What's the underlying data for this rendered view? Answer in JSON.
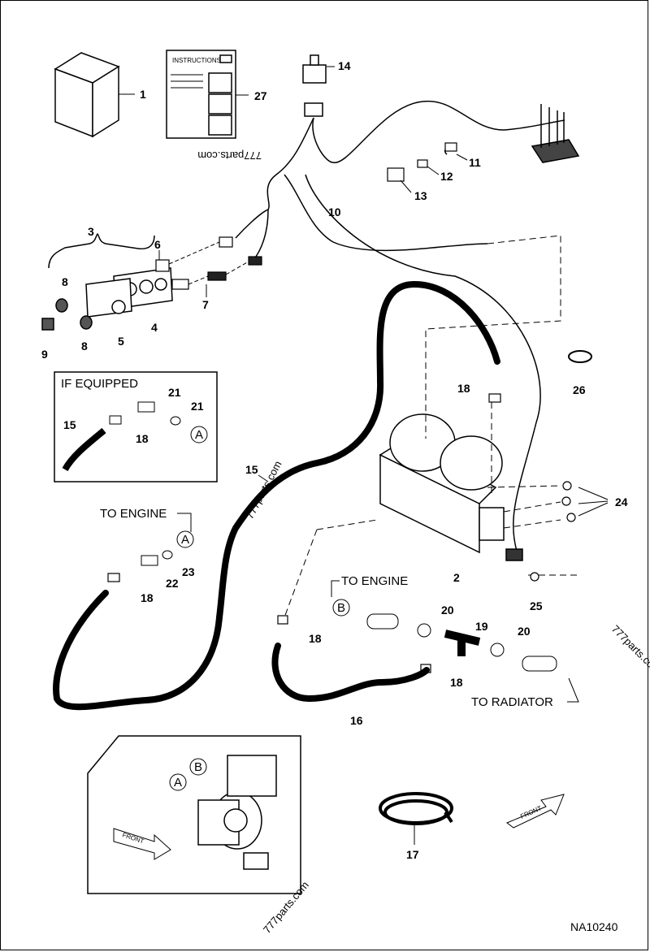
{
  "diagram": {
    "code": "NA10240",
    "watermark": "777parts.com",
    "inset_if_equipped": "IF EQUIPPED",
    "instructions_label": "INSTRUCTIONS",
    "to_engine_label": "TO ENGINE",
    "to_radiator_label": "TO RADIATOR",
    "front_label": "FRONT",
    "connection_a": "A",
    "connection_b": "B",
    "callouts": [
      "1",
      "2",
      "3",
      "4",
      "5",
      "6",
      "7",
      "8",
      "9",
      "10",
      "11",
      "12",
      "13",
      "14",
      "15",
      "16",
      "17",
      "18",
      "19",
      "20",
      "21",
      "22",
      "23",
      "24",
      "25",
      "26",
      "27"
    ]
  }
}
